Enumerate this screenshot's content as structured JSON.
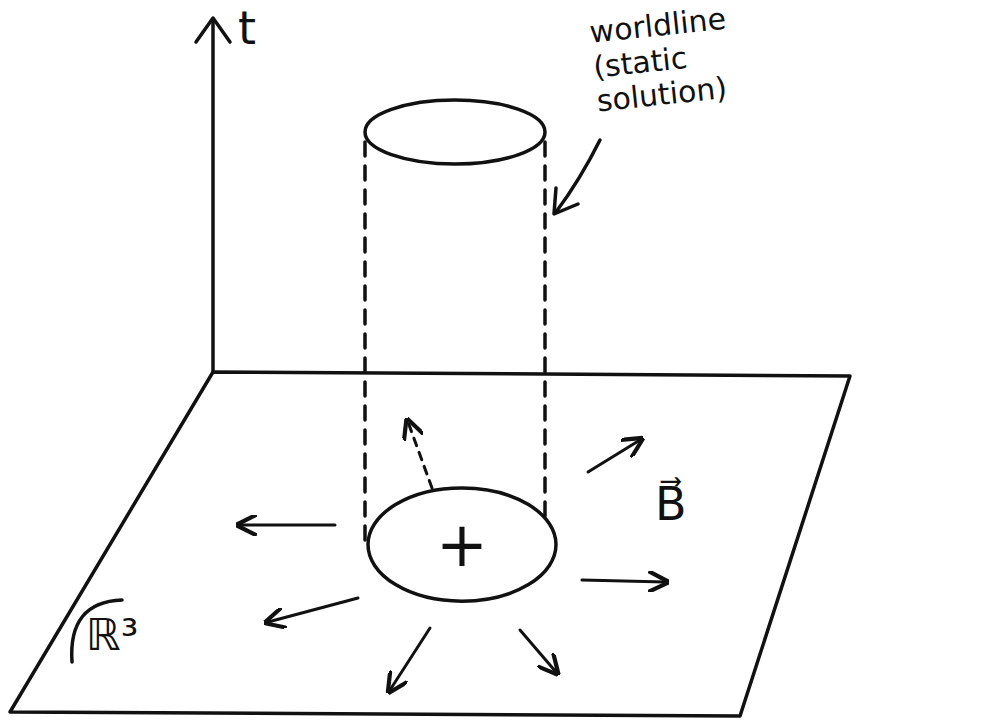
{
  "diagram": {
    "nodes": [
      {
        "text": [
          "+"
        ]
      }
    ],
    "labels": [
      "t",
      "worldline (static solution)",
      "B⃗",
      "ℝ³"
    ]
  }
}
